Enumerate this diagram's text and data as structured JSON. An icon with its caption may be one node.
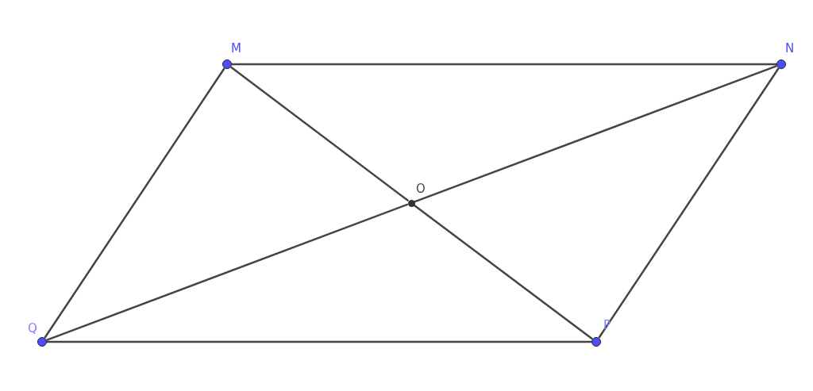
{
  "diagram": {
    "nodes": [
      {
        "text": [],
        "shape": "circle",
        "beside": [
          "M"
        ]
      },
      {
        "text": [],
        "shape": "circle",
        "beside": [
          "N"
        ]
      },
      {
        "text": [],
        "shape": "circle",
        "beside": [
          "O"
        ]
      },
      {
        "text": [],
        "shape": "circle",
        "beside": [
          "Q"
        ]
      },
      {
        "text": [],
        "shape": "circle",
        "beside": [
          "P"
        ]
      }
    ],
    "edges": [
      {
        "from": 0,
        "to": 1,
        "arrow": "none"
      },
      {
        "from": 1,
        "to": 4,
        "arrow": "none"
      },
      {
        "from": 4,
        "to": 3,
        "arrow": "none"
      },
      {
        "from": 3,
        "to": 0,
        "arrow": "none"
      },
      {
        "from": 0,
        "to": 2,
        "arrow": "none"
      },
      {
        "from": 2,
        "to": 4,
        "arrow": "none"
      },
      {
        "from": 3,
        "to": 2,
        "arrow": "none"
      },
      {
        "from": 2,
        "to": 1,
        "arrow": "none"
      }
    ]
  }
}
